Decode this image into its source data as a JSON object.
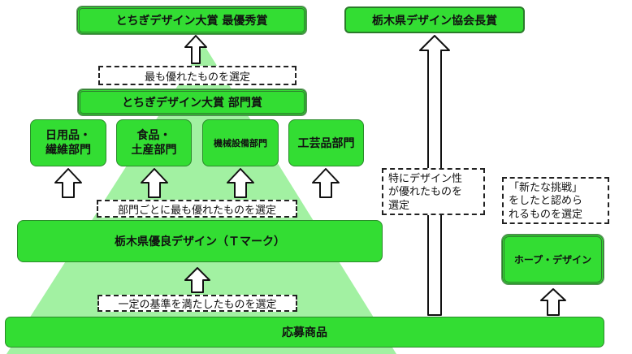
{
  "nodes": {
    "top_award": "とちぎデザイン大賞 最優秀賞",
    "association_award": "栃木県デザイン協会長賞",
    "category_award": "とちぎデザイン大賞 部門賞",
    "cat_daily_1": "日用品・",
    "cat_daily_2": "繊維部門",
    "cat_food_1": "食品・",
    "cat_food_2": "土産部門",
    "cat_machine": "機械設備部門",
    "cat_craft": "工芸品部門",
    "t_mark": "栃木県優良デザイン（Ｔマーク）",
    "hope_design": "ホープ・デザイン",
    "entries": "応募商品"
  },
  "notes": {
    "select_best": "最も優れたものを選定",
    "select_per_category": "部門ごとに最も優れたものを選定",
    "select_standard": "一定の基準を満たしたものを選定",
    "design_excellent_1": "特にデザイン性",
    "design_excellent_2": "が優れたものを",
    "design_excellent_3": "選定",
    "new_challenge_1": "「新たな挑戦」",
    "new_challenge_2": "をしたと認めら",
    "new_challenge_3": "れるものを選定"
  },
  "colors": {
    "box_fill": "#33dd33",
    "box_border": "#2a8a2a",
    "pyramid_fill": "#99ee99"
  }
}
